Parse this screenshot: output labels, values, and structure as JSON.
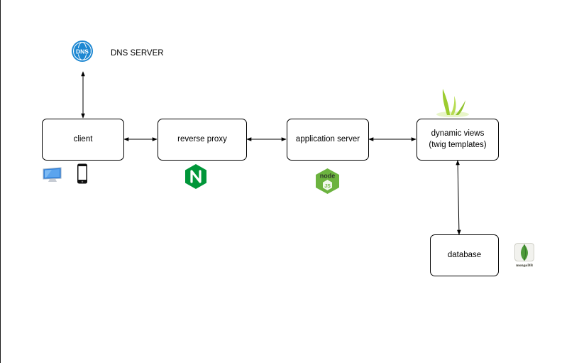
{
  "dns": {
    "label": "DNS SERVER",
    "icon": "globe-dns-icon",
    "icon_text": "DNS"
  },
  "nodes": {
    "client": {
      "label": "client",
      "icons": [
        "desktop-monitor-icon",
        "smartphone-icon"
      ]
    },
    "reverse_proxy": {
      "label": "reverse proxy",
      "icon": "nginx-logo-icon",
      "icon_text": "N"
    },
    "application_server": {
      "label": "application server",
      "icon": "nodejs-logo-icon",
      "icon_text": "node"
    },
    "dynamic_views": {
      "label": "dynamic views\n(twig templates)",
      "icon": "twig-leaves-icon"
    },
    "database": {
      "label": "database",
      "icon": "mongodb-logo-icon",
      "icon_text": "mongoDB"
    }
  },
  "connections": [
    {
      "from": "dns",
      "to": "client",
      "bidirectional": true
    },
    {
      "from": "client",
      "to": "reverse_proxy",
      "bidirectional": true
    },
    {
      "from": "reverse_proxy",
      "to": "application_server",
      "bidirectional": true
    },
    {
      "from": "application_server",
      "to": "dynamic_views",
      "bidirectional": true
    },
    {
      "from": "dynamic_views",
      "to": "database",
      "bidirectional": true
    }
  ],
  "colors": {
    "dns_blue": "#1e88d2",
    "nginx_green": "#009639",
    "node_green": "#6cb33f",
    "mongo_green": "#4d9a3a",
    "twig_green": "#9ccc2f",
    "monitor_blue": "#2f7fd8"
  }
}
